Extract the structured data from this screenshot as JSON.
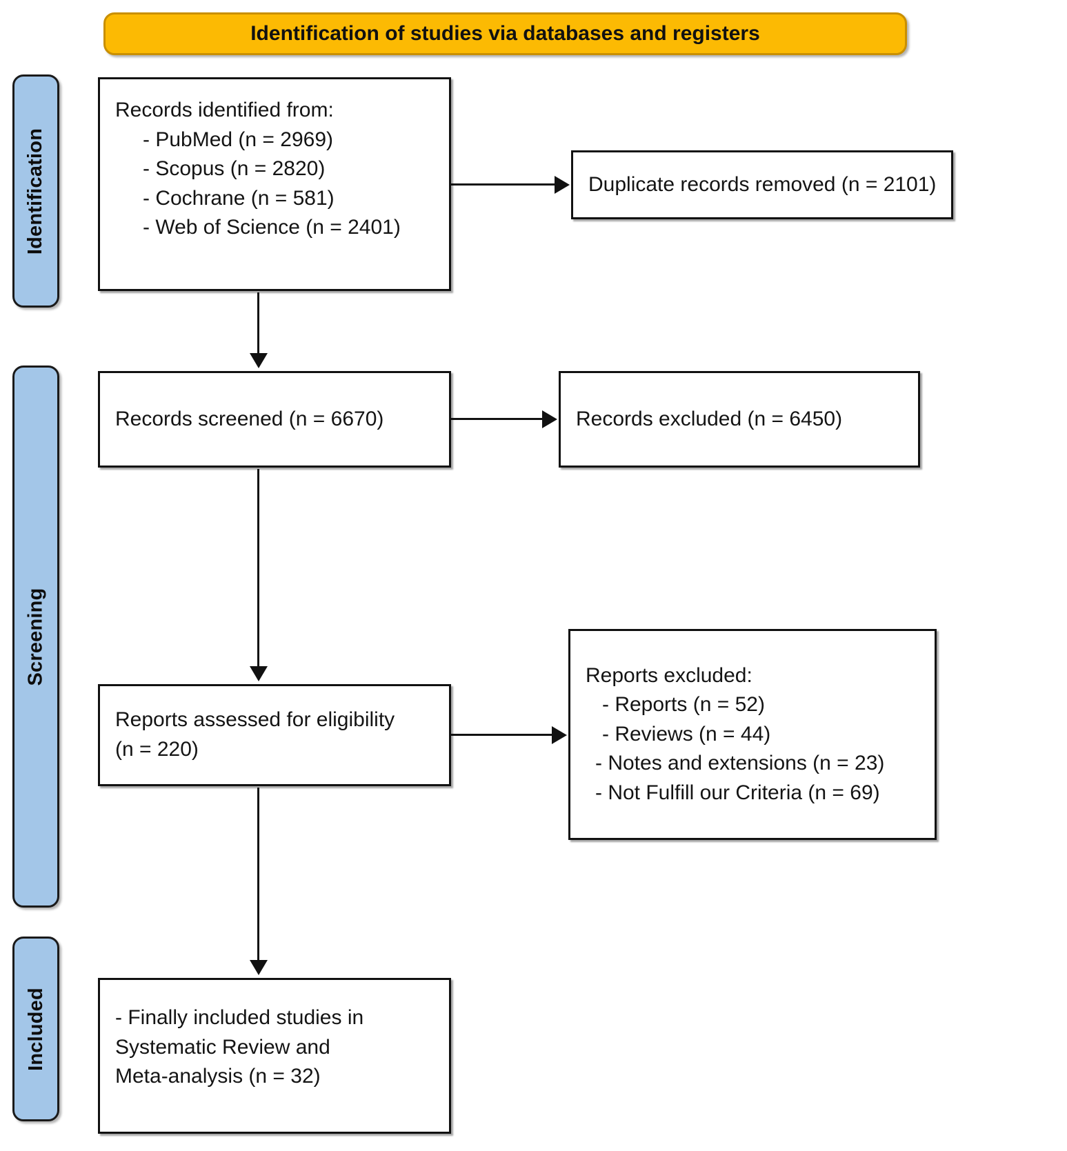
{
  "banner": {
    "title": "Identification of studies via databases and registers"
  },
  "phases": [
    {
      "id": "identification",
      "label": "Identification"
    },
    {
      "id": "screening",
      "label": "Screening"
    },
    {
      "id": "included",
      "label": "Included"
    }
  ],
  "nodes": {
    "records_identified": {
      "heading": "Records identified from:",
      "items": [
        "- PubMed (n = 2969)",
        "- Scopus (n = 2820)",
        "- Cochrane (n = 581)",
        "- Web of Science (n = 2401)"
      ]
    },
    "duplicates_removed": {
      "text": "Duplicate records removed (n = 2101)"
    },
    "records_screened": {
      "text": "Records screened (n = 6670)"
    },
    "records_excluded": {
      "text": "Records excluded (n = 6450)"
    },
    "reports_assessed": {
      "line1": "Reports assessed for eligibility",
      "line2": "(n = 220)"
    },
    "reports_excluded": {
      "heading": "Reports excluded:",
      "items": [
        "- Reports (n = 52)",
        "- Reviews (n = 44)",
        "- Notes and extensions  (n = 23)",
        "- Not Fulfill our Criteria (n = 69)"
      ]
    },
    "included_studies": {
      "line1": "- Finally included studies in",
      "line2": "Systematic Review and",
      "line3": "Meta-analysis  (n = 32)"
    }
  },
  "colors": {
    "banner_fill": "#fcba03",
    "phase_fill": "#a3c6e8",
    "box_border": "#111111",
    "background": "#ffffff"
  }
}
